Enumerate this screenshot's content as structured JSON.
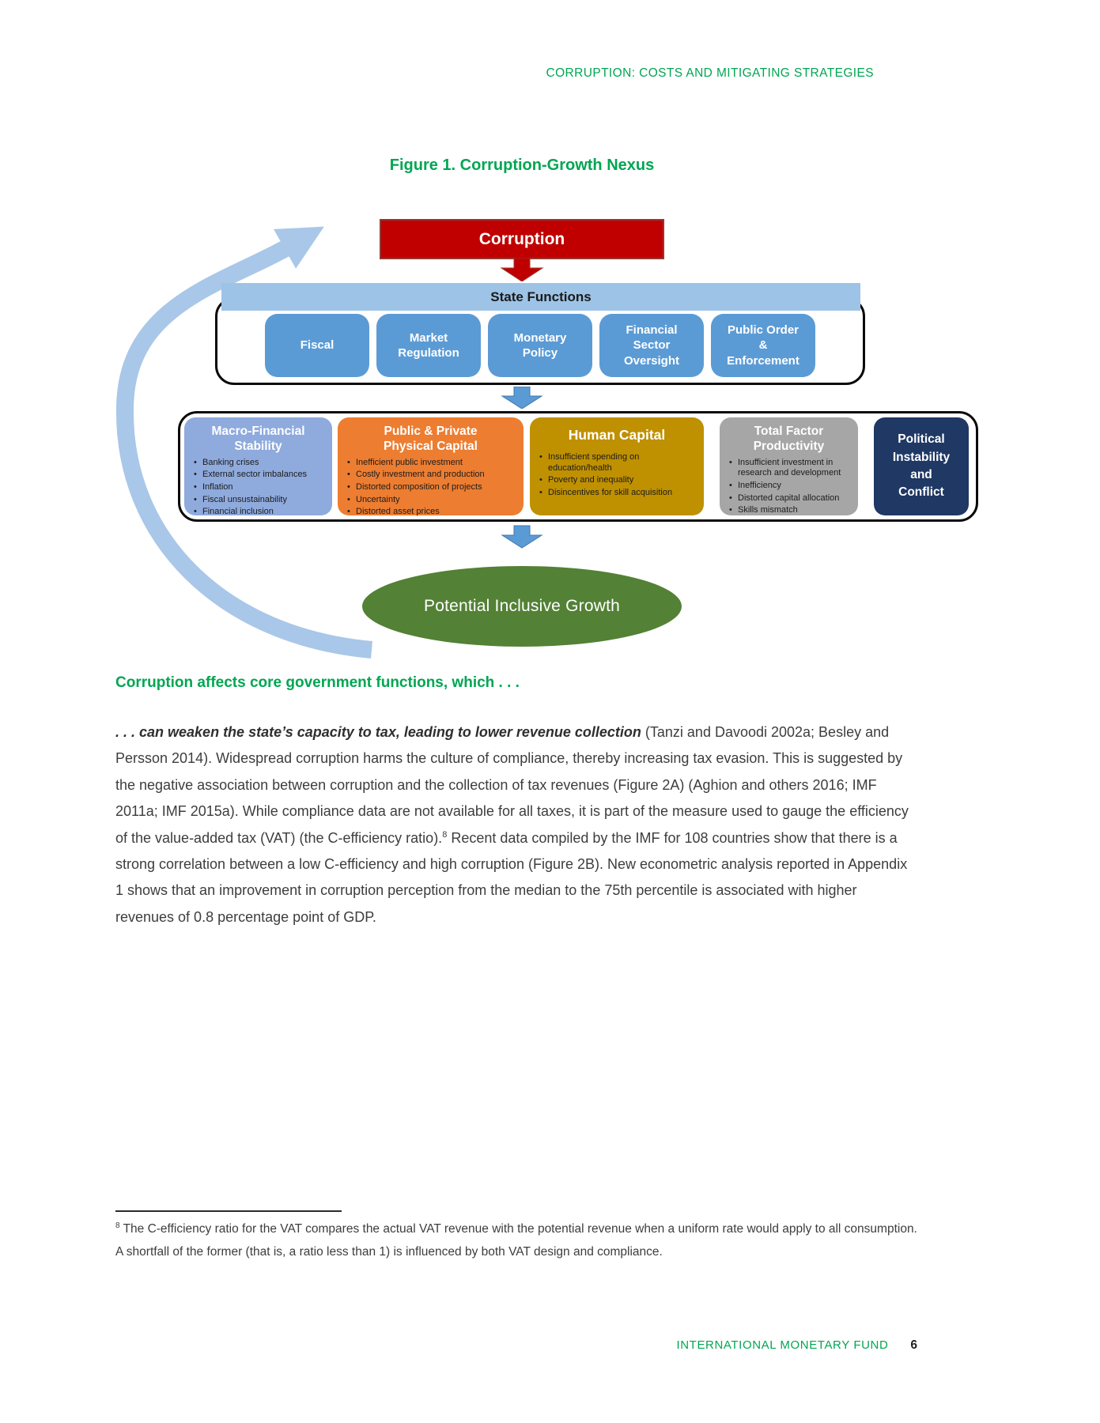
{
  "page": {
    "header": "CORRUPTION: COSTS AND MITIGATING STRATEGIES",
    "footer": {
      "text": "INTERNATIONAL MONETARY FUND",
      "page_number": "6"
    }
  },
  "figure": {
    "title": "Figure 1. Corruption-Growth Nexus",
    "corruption_label": "Corruption",
    "state_functions_label": "State Functions",
    "state_functions": [
      "Fiscal",
      "Market\nRegulation",
      "Monetary\nPolicy",
      "Financial\nSector\nOversight",
      "Public Order\n&\nEnforcement"
    ],
    "channels": [
      {
        "title": "Macro-Financial\nStability",
        "color": "#8FAADC",
        "bullets": [
          "Banking crises",
          "External sector imbalances",
          "Inflation",
          "Fiscal unsustainability",
          "Financial inclusion"
        ]
      },
      {
        "title": "Public & Private\nPhysical Capital",
        "color": "#ED7D31",
        "bullets": [
          "Inefficient public investment",
          "Costly investment and production",
          "Distorted composition of projects",
          "Uncertainty",
          "Distorted asset prices"
        ]
      },
      {
        "title": "Human Capital",
        "color": "#BF9000",
        "bullets": [
          "Insufficient spending on education/health",
          "Poverty and inequality",
          "Disincentives for skill acquisition"
        ]
      },
      {
        "title": "Total Factor\nProductivity",
        "color": "#A6A6A6",
        "bullets": [
          "Insufficient investment in research and development",
          "Inefficiency",
          "Distorted capital allocation",
          "Skills mismatch"
        ]
      },
      {
        "title": "Political\nInstability\nand\nConflict",
        "color": "#1F3864",
        "bullets": []
      }
    ],
    "outcome_label": "Potential Inclusive Growth",
    "colors": {
      "corruption_box": "#C00000",
      "state_functions_bar": "#9DC3E6",
      "state_function_boxes": "#5B9BD5",
      "outcome_ellipse": "#538135",
      "feedback_arrow": "#A9C7E8",
      "accent_green": "#00A651"
    }
  },
  "section": {
    "heading": "Corruption affects core government functions, which . . .",
    "paragraph_lead": ". . . can weaken the state’s capacity to tax, leading to lower revenue collection",
    "paragraph_rest": " (Tanzi and Davoodi 2002a; Besley and Persson 2014). Widespread corruption harms the culture of compliance, thereby increasing tax evasion. This is suggested by the negative association between corruption and the collection of tax revenues (Figure 2A) (Aghion and others 2016; IMF 2011a; IMF 2015a). While compliance data are not available for all taxes, it is part of the measure used to gauge the efficiency of the value-added tax (VAT) (the C-efficiency ratio).",
    "footnote_ref": "8",
    "paragraph_rest2": " Recent data compiled by the IMF for 108 countries show that there is a strong correlation between a low C-efficiency and high corruption (Figure 2B). New econometric analysis reported in Appendix 1 shows that an improvement in corruption perception from the median to the 75th percentile is associated with higher revenues of 0.8 percentage point of GDP."
  },
  "footnote": {
    "marker": "8",
    "text": "The C-efficiency ratio for the VAT compares the actual VAT revenue with the potential revenue when a uniform rate would apply to all consumption. A shortfall of the former (that is, a ratio less than 1) is influenced by both VAT design and compliance."
  }
}
